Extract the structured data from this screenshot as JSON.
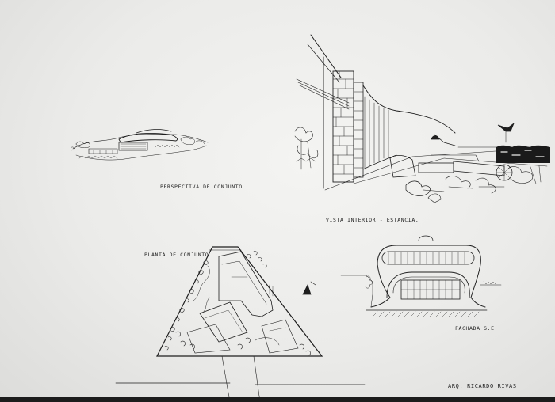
{
  "captions": {
    "perspectiva": "PERSPECTIVA DE CONJUNTO.",
    "vista_interior": "VISTA INTERIOR - ESTANCIA.",
    "planta": "PLANTA DE CONJUNTO.",
    "fachada": "FACHADA S.E.",
    "arquitecto": "ARQ. RICARDO RIVAS"
  }
}
